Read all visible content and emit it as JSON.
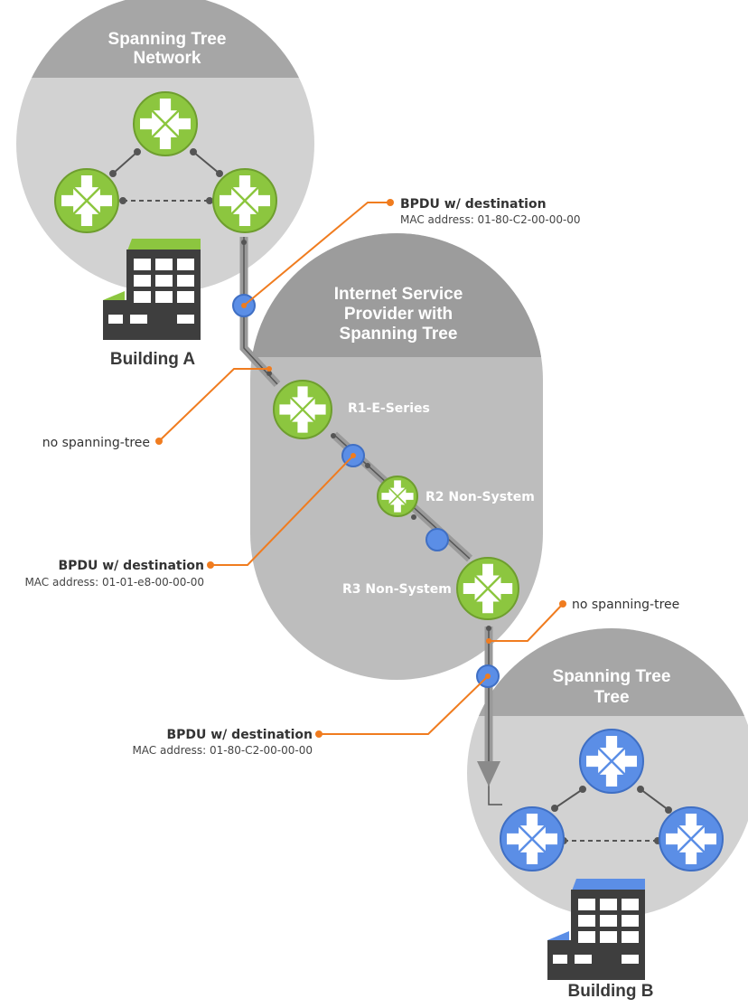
{
  "regions": {
    "stp_network_top": [
      "Spanning Tree",
      "Network"
    ],
    "isp": [
      "Internet Service",
      "Provider with",
      "Spanning Tree"
    ],
    "stp_network_bottom": [
      "Spanning Tree",
      "Tree"
    ]
  },
  "buildings": {
    "a": "Building A",
    "b": "Building B"
  },
  "routers": {
    "r1": "R1-E-Series",
    "r2": "R2 Non-System",
    "r3": "R3 Non-System"
  },
  "callouts": {
    "bpdu_top": {
      "title": "BPDU w/ destination",
      "mac": "MAC address: 01-80-C2-00-00-00"
    },
    "no_stp_left": "no spanning-tree",
    "bpdu_mid": {
      "title": "BPDU w/ destination",
      "mac": "MAC address: 01-01-e8-00-00-00"
    },
    "no_stp_right": "no spanning-tree",
    "bpdu_bottom": {
      "title": "BPDU w/ destination",
      "mac": "MAC address: 01-80-C2-00-00-00"
    }
  },
  "colors": {
    "router_green": "#8cc63f",
    "router_blue": "#5b8ee6",
    "callout_orange": "#f07c1f",
    "region_light": "#d2d2d2",
    "region_dark": "#a6a6a6"
  },
  "icons": {
    "router": "router-icon",
    "building": "building-icon",
    "bpdu_packet": "bpdu-packet-icon"
  }
}
